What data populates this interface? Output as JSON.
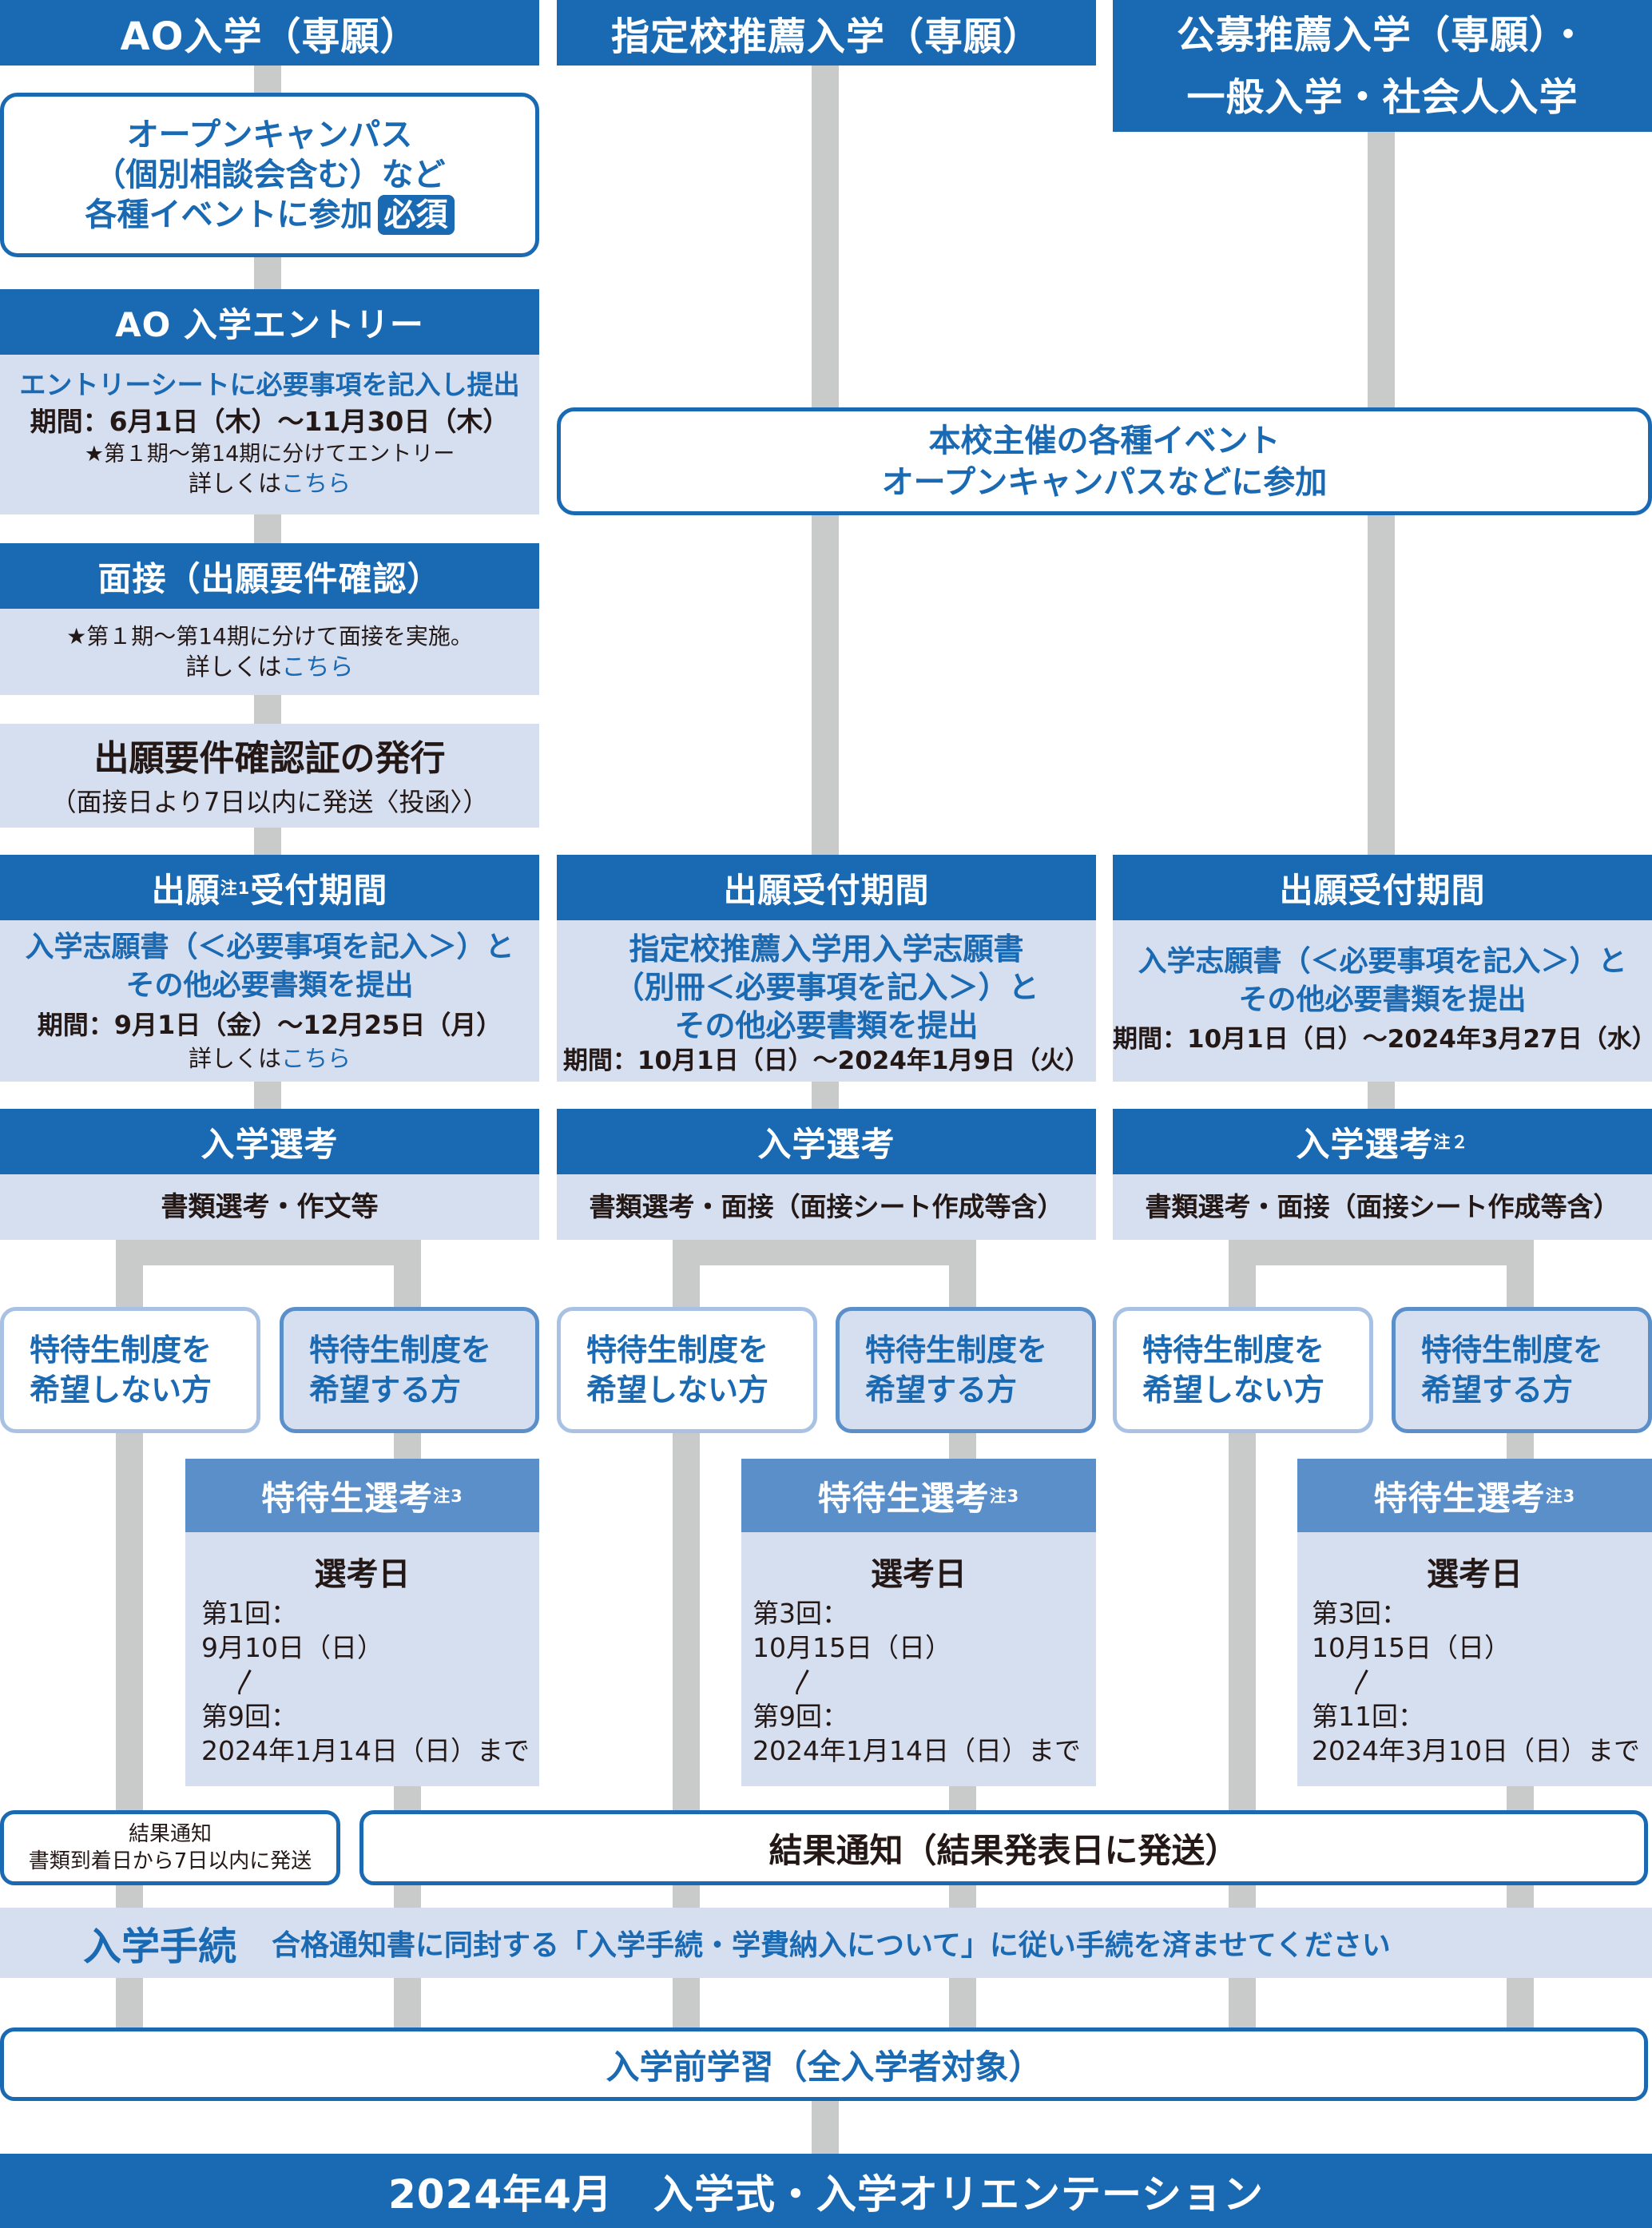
{
  "columns": {
    "ao": {
      "header": "AO入学（専願）"
    },
    "designated": {
      "header": "指定校推薦入学（専願）"
    },
    "public": {
      "header_line1": "公募推薦入学（専願）・",
      "header_line2": "一般入学・社会人入学"
    }
  },
  "ao_steps": {
    "event": {
      "line1": "オープンキャンパス",
      "line2": "（個別相談会含む）など",
      "line3": "各種イベントに参加",
      "badge": "必須"
    },
    "entry": {
      "title": "AO 入学エントリー",
      "desc": "エントリーシートに必要事項を記入し提出",
      "period": "期間：6月1日（木）～11月30日（木）",
      "note": "★第１期～第14期に分けてエントリー",
      "more_prefix": "詳しくは",
      "more_link": "こちら"
    },
    "interview": {
      "title": "面接（出願要件確認）",
      "note": "★第１期～第14期に分けて面接を実施。",
      "more_prefix": "詳しくは",
      "more_link": "こちら"
    },
    "certificate": {
      "title": "出願要件確認証の発行",
      "note": "（面接日より7日以内に発送〈投函〉）"
    }
  },
  "shared_event": {
    "line1": "本校主催の各種イベント",
    "line2": "オープンキャンパスなどに参加"
  },
  "application": {
    "ao": {
      "title_pre": "出願",
      "title_sup": "注1",
      "title_post": "受付期間",
      "desc1": "入学志願書（＜必要事項を記入＞）と",
      "desc2": "その他必要書類を提出",
      "period": "期間：9月1日（金）～12月25日（月）",
      "more_prefix": "詳しくは",
      "more_link": "こちら"
    },
    "designated": {
      "title": "出願受付期間",
      "desc1": "指定校推薦入学用入学志願書",
      "desc2": "（別冊＜必要事項を記入＞）と",
      "desc3": "その他必要書類を提出",
      "period": "期間：10月1日（日）～2024年1月9日（火）"
    },
    "public": {
      "title": "出願受付期間",
      "desc1": "入学志願書（＜必要事項を記入＞）と",
      "desc2": "その他必要書類を提出",
      "period": "期間：10月1日（日）～2024年3月27日（水）"
    }
  },
  "selection": {
    "ao": {
      "title": "入学選考",
      "desc": "書類選考・作文等"
    },
    "designated": {
      "title": "入学選考",
      "desc": "書類選考・面接（面接シート作成等含）"
    },
    "public": {
      "title": "入学選考",
      "title_sup": "注２",
      "desc": "書類選考・面接（面接シート作成等含）"
    }
  },
  "choices": {
    "no_line1": "特待生制度を",
    "no_line2": "希望しない方",
    "yes_line1": "特待生制度を",
    "yes_line2": "希望する方"
  },
  "scholarship": {
    "title": "特待生選考",
    "title_sup": "注3",
    "date_label": "選考日",
    "tilde": "〳",
    "ao": {
      "l1": "第1回：",
      "l2": "9月10日（日）",
      "l3": "第9回：",
      "l4": "2024年1月14日（日）まで"
    },
    "designated": {
      "l1": "第3回：",
      "l2": "10月15日（日）",
      "l3": "第9回：",
      "l4": "2024年1月14日（日）まで"
    },
    "public": {
      "l1": "第3回：",
      "l2": "10月15日（日）",
      "l3": "第11回：",
      "l4": "2024年3月10日（日）まで"
    }
  },
  "results": {
    "small_line1": "結果通知",
    "small_line2": "書類到着日から7日以内に発送",
    "large": "結果通知（結果発表日に発送）"
  },
  "procedure": {
    "title": "入学手続",
    "desc": "合格通知書に同封する「入学手続・学費納入について」に従い手続を済ませてください"
  },
  "pre_study": "入学前学習（全入学者対象）",
  "final": "2024年4月　入学式・入学オリエンテーション"
}
